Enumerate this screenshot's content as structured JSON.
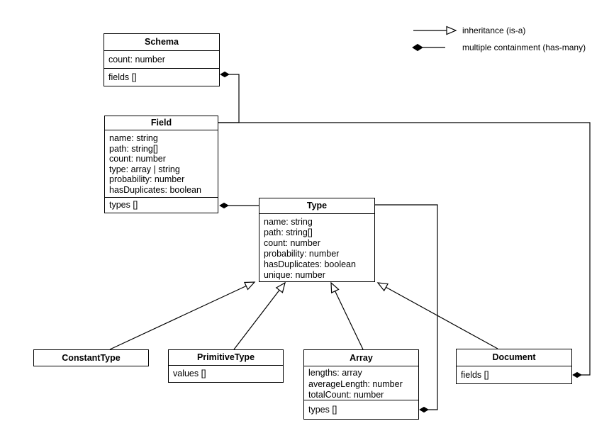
{
  "legend": {
    "inheritance_label": "inheritance (is-a)",
    "containment_label": "multiple containment (has-many)"
  },
  "classes": {
    "schema": {
      "title": "Schema",
      "attributes": [
        "count: number"
      ],
      "compartment": "fields []"
    },
    "field": {
      "title": "Field",
      "attributes": [
        "name: string",
        "path: string[]",
        "count: number",
        "type: array | string",
        "probability: number",
        "hasDuplicates: boolean"
      ],
      "compartment": "types []"
    },
    "type": {
      "title": "Type",
      "attributes": [
        "name: string",
        "path: string[]",
        "count: number",
        "probability: number",
        "hasDuplicates: boolean",
        "unique: number"
      ]
    },
    "constant_type": {
      "title": "ConstantType"
    },
    "primitive_type": {
      "title": "PrimitiveType",
      "compartment": "values []"
    },
    "array": {
      "title": "Array",
      "attributes": [
        "lengths: array",
        "averageLength: number",
        "totalCount: number"
      ],
      "compartment": "types []"
    },
    "document": {
      "title": "Document",
      "compartment": "fields []"
    }
  },
  "relationships": [
    {
      "type": "containment",
      "container": "Schema",
      "property": "fields []",
      "contained": "Field"
    },
    {
      "type": "containment",
      "container": "Field",
      "property": "types []",
      "contained": "Type"
    },
    {
      "type": "containment",
      "container": "Array",
      "property": "types []",
      "contained": "Type"
    },
    {
      "type": "containment",
      "container": "Document",
      "property": "fields []",
      "contained": "Field"
    },
    {
      "type": "inheritance",
      "parent": "Type",
      "child": "ConstantType"
    },
    {
      "type": "inheritance",
      "parent": "Type",
      "child": "PrimitiveType"
    },
    {
      "type": "inheritance",
      "parent": "Type",
      "child": "Array"
    },
    {
      "type": "inheritance",
      "parent": "Type",
      "child": "Document"
    }
  ],
  "colors": {
    "stroke": "#000000",
    "background": "#ffffff",
    "text": "#000000"
  }
}
